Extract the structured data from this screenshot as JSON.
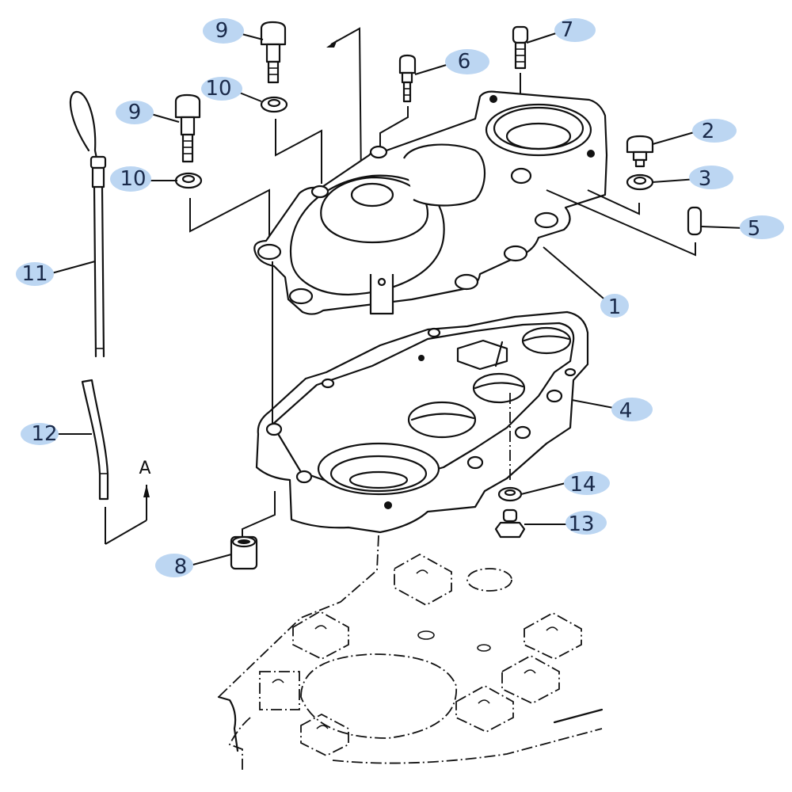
{
  "diagram": {
    "type": "exploded-parts-view",
    "badge_color": "#bcd6f2",
    "text_color": "#1a2a4a",
    "view_marker": "A",
    "callouts": [
      {
        "id": "callout-1",
        "label": "1",
        "part": "cover"
      },
      {
        "id": "callout-2",
        "label": "2",
        "part": "plug"
      },
      {
        "id": "callout-3",
        "label": "3",
        "part": "washer"
      },
      {
        "id": "callout-4",
        "label": "4",
        "part": "case"
      },
      {
        "id": "callout-5",
        "label": "5",
        "part": "pin"
      },
      {
        "id": "callout-6",
        "label": "6",
        "part": "bolt"
      },
      {
        "id": "callout-7",
        "label": "7",
        "part": "bolt"
      },
      {
        "id": "callout-8",
        "label": "8",
        "part": "bushing"
      },
      {
        "id": "callout-9a",
        "label": "9",
        "part": "bolt"
      },
      {
        "id": "callout-9b",
        "label": "9",
        "part": "bolt"
      },
      {
        "id": "callout-10a",
        "label": "10",
        "part": "washer"
      },
      {
        "id": "callout-10b",
        "label": "10",
        "part": "washer"
      },
      {
        "id": "callout-11",
        "label": "11",
        "part": "dipstick"
      },
      {
        "id": "callout-12",
        "label": "12",
        "part": "tube"
      },
      {
        "id": "callout-13",
        "label": "13",
        "part": "drain-plug"
      },
      {
        "id": "callout-14",
        "label": "14",
        "part": "washer"
      }
    ]
  }
}
